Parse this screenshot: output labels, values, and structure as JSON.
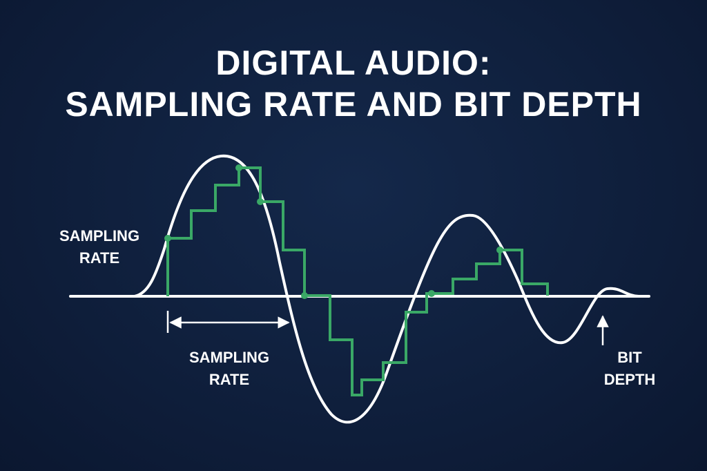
{
  "title": {
    "line1": "DIGITAL AUDIO:",
    "line2": "SAMPLING RATE AND BIT DEPTH"
  },
  "labels": {
    "sampling_rate_left": [
      "SAMPLING",
      "RATE"
    ],
    "sampling_rate_bottom": [
      "SAMPLING",
      "RATE"
    ],
    "bit_depth": [
      "BIT",
      "DEPTH"
    ]
  },
  "colors": {
    "background": "#0f1f3c",
    "analog_wave": "#ffffff",
    "digital_signal": "#3aa866",
    "text": "#ffffff"
  }
}
